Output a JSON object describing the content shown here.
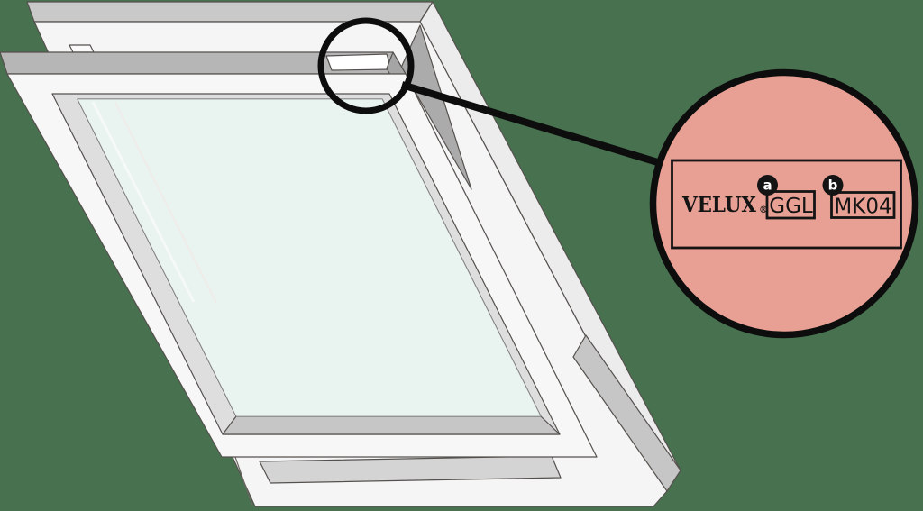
{
  "callout": {
    "brand": "VELUX",
    "registered_mark": "®",
    "marker_a": "a",
    "marker_b": "b",
    "code_a": "GGL",
    "code_b": "MK04"
  },
  "colors": {
    "background": "#47714F",
    "callout_fill": "#E9A094",
    "callout_outline": "#0D0D0D",
    "glass": "#E9F3F0",
    "frame_white": "#F5F5F5",
    "frame_gray_top": "#C9C9C9",
    "sash_gray_top": "#B6B6B6",
    "outline": "#55514E"
  }
}
